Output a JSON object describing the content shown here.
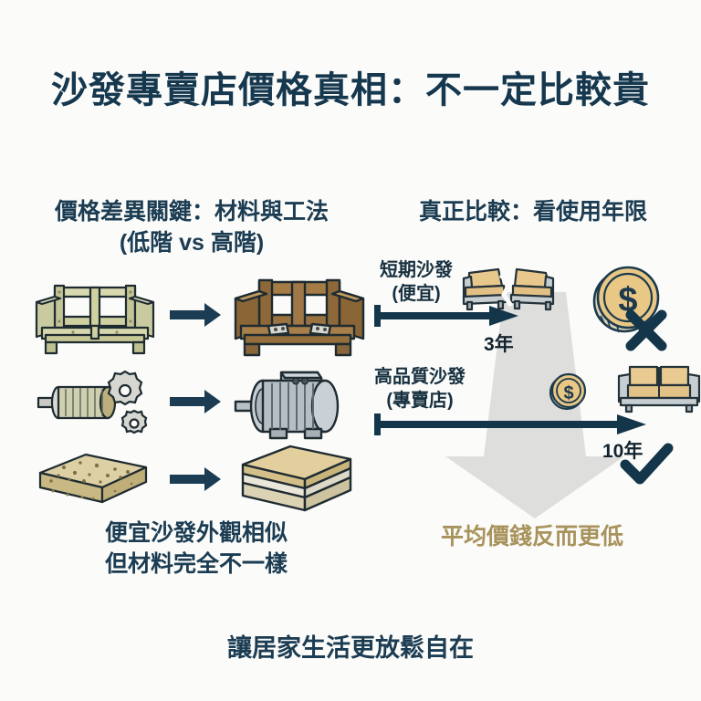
{
  "page": {
    "title": "沙發專賣店價格真相：不一定比較貴",
    "background_color": "#fbfbf9",
    "ink_color": "#16384f",
    "accent_gold": "#a8935c"
  },
  "left_panel": {
    "heading_line1": "價格差異關鍵：材料與工法",
    "heading_line2": "(低階 vs 高階)",
    "caption_line1": "便宜沙發外觀相似",
    "caption_line2": "但材料完全不一樣",
    "rows": [
      {
        "low_icon": "light-wood-sofa-frame-icon",
        "arrow_icon": "right-arrow-icon",
        "high_icon": "hardwood-sofa-frame-icon"
      },
      {
        "low_icon": "small-motor-gears-icon",
        "arrow_icon": "right-arrow-icon",
        "high_icon": "industrial-electric-motor-icon"
      },
      {
        "low_icon": "porous-foam-block-icon",
        "arrow_icon": "right-arrow-icon",
        "high_icon": "layered-high-density-foam-icon"
      }
    ]
  },
  "right_panel": {
    "heading": "真正比較：看使用年限",
    "caption": "平均價錢反而更低",
    "timelines": [
      {
        "label_line1": "短期沙發",
        "label_line2": "(便宜)",
        "years": "3年",
        "years_value": 3,
        "sofa_icon": "broken-sofa-icon",
        "verdict_icon": "x-mark-icon",
        "coin_icon": "large-dollar-coin-icon"
      },
      {
        "label_line1": "高品質沙發",
        "label_line2": "(專賣店)",
        "years": "10年",
        "years_value": 10,
        "sofa_icon": "intact-sofa-icon",
        "verdict_icon": "check-mark-icon",
        "coin_icon": "small-dollar-coin-icon"
      }
    ],
    "background_icon": "large-down-arrow-icon"
  },
  "footer": {
    "text": "讓居家生活更放鬆自在"
  }
}
